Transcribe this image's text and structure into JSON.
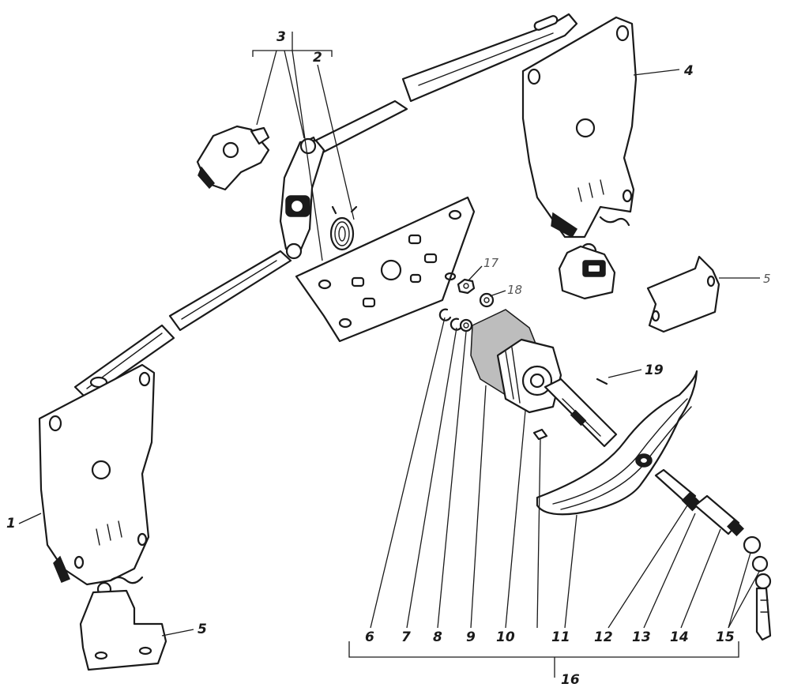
{
  "callouts": {
    "c1": "1",
    "c2": "2",
    "c3": "3",
    "c4": "4",
    "c5a": "5",
    "c5b": "5",
    "c6": "6",
    "c7": "7",
    "c8": "8",
    "c9": "9",
    "c10": "10",
    "c11": "11",
    "c12": "12",
    "c13": "13",
    "c14": "14",
    "c15": "15",
    "c16": "16",
    "c17": "17",
    "c18": "18",
    "c19": "19"
  }
}
